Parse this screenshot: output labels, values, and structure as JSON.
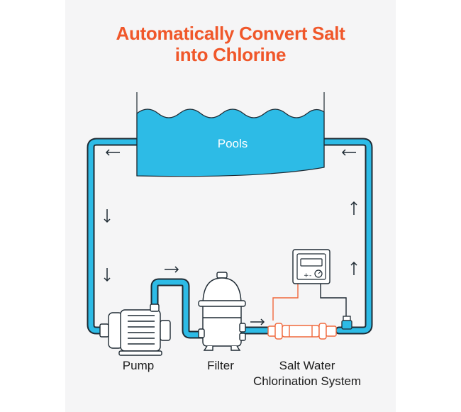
{
  "title": {
    "line1": "Automatically Convert Salt",
    "line2": "into Chlorine"
  },
  "pool_label": "Pools",
  "components": {
    "pump": "Pump",
    "filter": "Filter",
    "chlorinator_line1": "Salt Water",
    "chlorinator_line2": "Chlorination System"
  },
  "colors": {
    "title": "#f0572a",
    "water": "#2dbbe6",
    "pipe_outline": "#1e2a33",
    "electric_wire": "#f0683c",
    "background": "#f5f5f6"
  },
  "flow_arrows": [
    "left",
    "left",
    "down",
    "down",
    "right",
    "right",
    "up",
    "up"
  ]
}
